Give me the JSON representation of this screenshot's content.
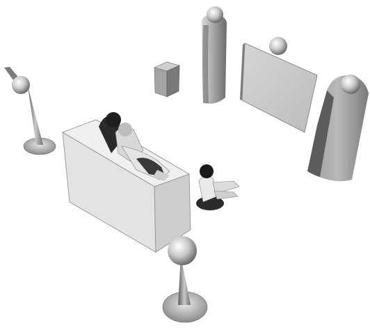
{
  "scene": {
    "background": "#ffffff",
    "palette": {
      "light": "#e9e9e9",
      "mid": "#bdbdbd",
      "dark": "#6e6e6e",
      "shadow": "#3b3b3b",
      "skin": "#d8d8d8",
      "hair": "#1f1f1f"
    },
    "objects": [
      "left-satellite-speaker",
      "center-tower-speaker",
      "subwoofer",
      "projection-screen",
      "right-tower-speaker",
      "sofa",
      "seated-adults",
      "sitting-child",
      "front-satellite-speaker"
    ]
  }
}
